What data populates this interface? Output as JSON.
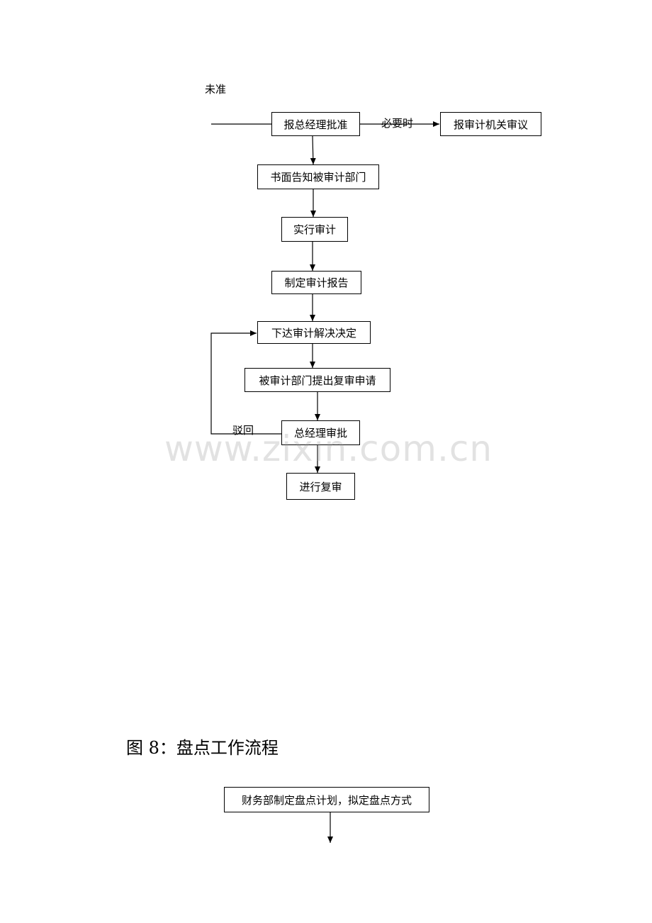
{
  "flow1": {
    "label_unapproved": "未准",
    "label_when_needed": "必要时",
    "label_reject": "驳回",
    "nodes": {
      "report_gm_approve": "报总经理批准",
      "report_audit_authority": "报审计机关审议",
      "notify_audited_dept": "书面告知被审计部门",
      "conduct_audit": "实行审计",
      "make_audit_report": "制定审计报告",
      "issue_audit_decision": "下达审计解决决定",
      "dept_request_review": "被审计部门提出复审申请",
      "gm_review": "总经理审批",
      "conduct_review": "进行复审"
    }
  },
  "figure8": {
    "title": "图 8：盘点工作流程",
    "nodes": {
      "finance_plan": "财务部制定盘点计划，拟定盘点方式"
    }
  },
  "watermark": "www.zixin.com.cn"
}
